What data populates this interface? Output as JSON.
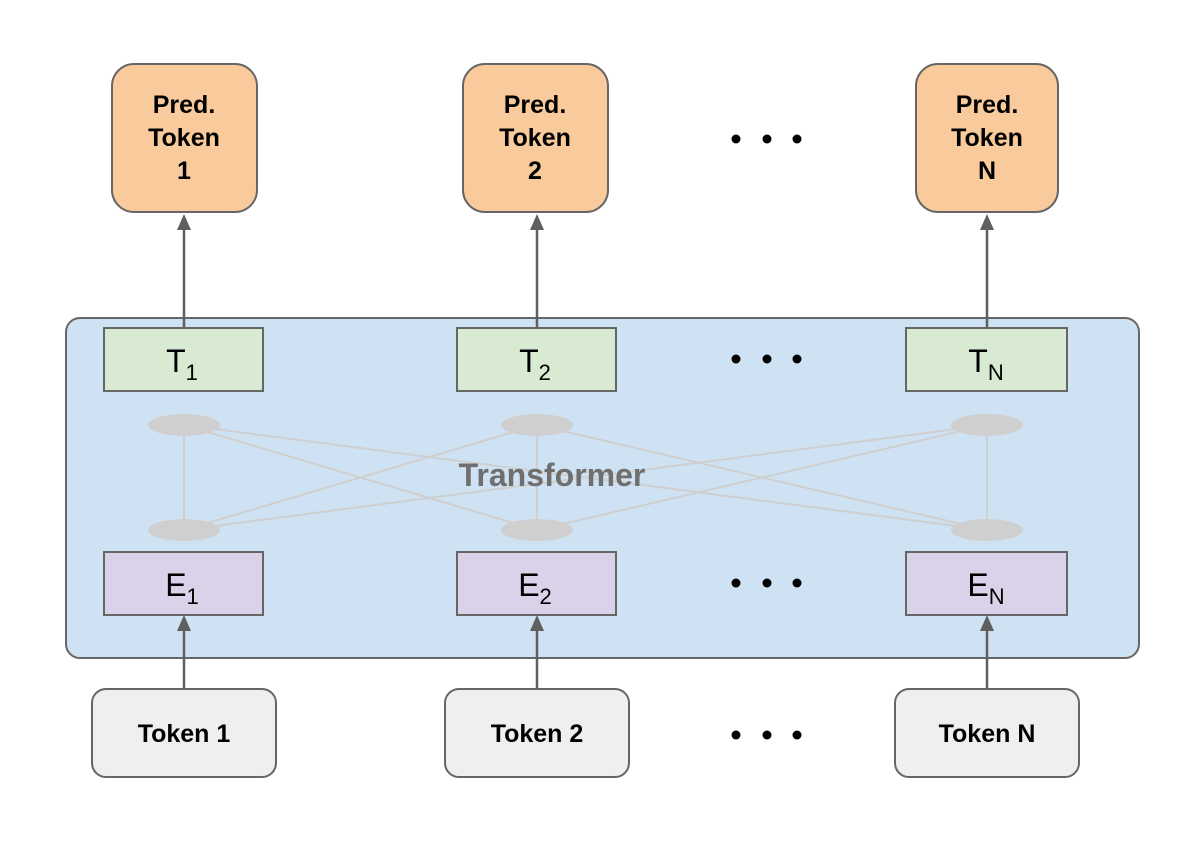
{
  "diagram": {
    "transformer_label": "Transformer",
    "colors": {
      "pred_fill": "#f9cb9c",
      "token_fill": "#efefef",
      "t_fill": "#d9ead3",
      "e_fill": "#d9d2e9",
      "transformer_fill": "#cfe2f3",
      "box_stroke": "#666666"
    },
    "predicted_tokens": [
      {
        "line1": "Pred.",
        "line2": "Token",
        "line3": "1"
      },
      {
        "line1": "Pred.",
        "line2": "Token",
        "line3": "2"
      },
      {
        "line1": "Pred.",
        "line2": "Token",
        "line3": "N"
      }
    ],
    "outputs": [
      {
        "main": "T",
        "sub": "1"
      },
      {
        "main": "T",
        "sub": "2"
      },
      {
        "main": "T",
        "sub": "N"
      }
    ],
    "embeddings": [
      {
        "main": "E",
        "sub": "1"
      },
      {
        "main": "E",
        "sub": "2"
      },
      {
        "main": "E",
        "sub": "N"
      }
    ],
    "input_tokens": [
      {
        "label": "Token 1"
      },
      {
        "label": "Token 2"
      },
      {
        "label": "Token N"
      }
    ]
  }
}
